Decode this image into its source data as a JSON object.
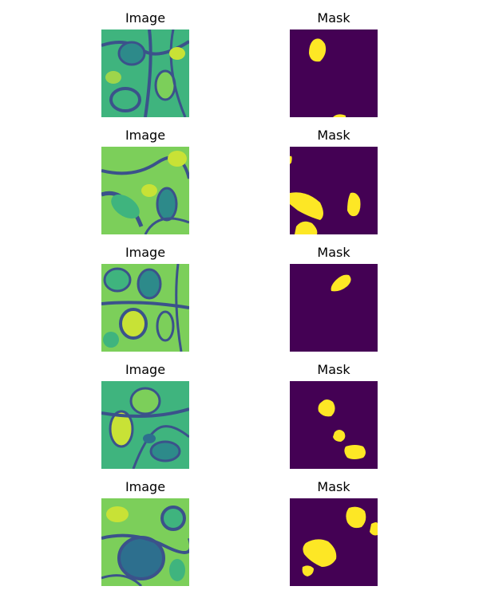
{
  "figure": {
    "rows": [
      {
        "image_title": "Image",
        "mask_title": "Mask"
      },
      {
        "image_title": "Image",
        "mask_title": "Mask"
      },
      {
        "image_title": "Image",
        "mask_title": "Mask"
      },
      {
        "image_title": "Image",
        "mask_title": "Mask"
      },
      {
        "image_title": "Image",
        "mask_title": "Mask"
      }
    ],
    "colors": {
      "image_bright": "#c8e236",
      "image_mid": "#3fb47e",
      "image_dark": "#2d6f8e",
      "image_line": "#3b528b",
      "mask_background": "#440154",
      "mask_foreground": "#fde725"
    }
  }
}
